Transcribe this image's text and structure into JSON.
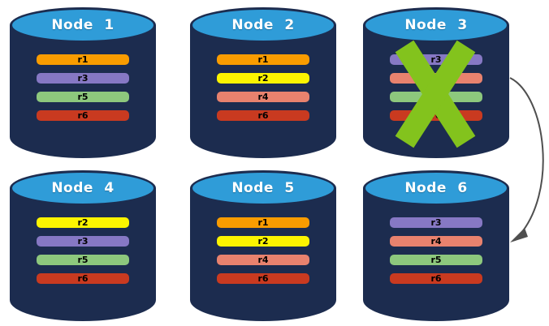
{
  "colors": {
    "navy": "#1c2c4f",
    "azure": "#2f9cd8",
    "x_green": "#83c31d",
    "arrow": "#4f4f4f",
    "background": "#ffffff"
  },
  "replica_palette": {
    "r1": "#f99c00",
    "r2": "#fcf400",
    "r3": "#8678c4",
    "r4": "#e8826e",
    "r5": "#8dc87d",
    "r6": "#c93a20"
  },
  "nodes": [
    {
      "title": "Node 1",
      "replicas": [
        {
          "label": "r1",
          "color": "#f99c00"
        },
        {
          "label": "r3",
          "color": "#8678c4"
        },
        {
          "label": "r5",
          "color": "#8dc87d"
        },
        {
          "label": "r6",
          "color": "#c93a20"
        }
      ]
    },
    {
      "title": "Node 2",
      "replicas": [
        {
          "label": "r1",
          "color": "#f99c00"
        },
        {
          "label": "r2",
          "color": "#fcf400"
        },
        {
          "label": "r4",
          "color": "#e8826e"
        },
        {
          "label": "r6",
          "color": "#c93a20"
        }
      ]
    },
    {
      "title": "Node 3",
      "replicas": [
        {
          "label": "r3",
          "color": "#8678c4"
        },
        {
          "label": "r4",
          "color": "#e8826e"
        },
        {
          "label": "r5",
          "color": "#8dc87d"
        },
        {
          "label": "r6",
          "color": "#c93a20"
        }
      ],
      "failed": true
    },
    {
      "title": "Node 4",
      "replicas": [
        {
          "label": "r2",
          "color": "#fcf400"
        },
        {
          "label": "r3",
          "color": "#8678c4"
        },
        {
          "label": "r5",
          "color": "#8dc87d"
        },
        {
          "label": "r6",
          "color": "#c93a20"
        }
      ]
    },
    {
      "title": "Node 5",
      "replicas": [
        {
          "label": "r1",
          "color": "#f99c00"
        },
        {
          "label": "r2",
          "color": "#fcf400"
        },
        {
          "label": "r4",
          "color": "#e8826e"
        },
        {
          "label": "r6",
          "color": "#c93a20"
        }
      ]
    },
    {
      "title": "Node 6",
      "replicas": [
        {
          "label": "r3",
          "color": "#8678c4"
        },
        {
          "label": "r4",
          "color": "#e8826e"
        },
        {
          "label": "r5",
          "color": "#8dc87d"
        },
        {
          "label": "r6",
          "color": "#c93a20"
        }
      ]
    }
  ],
  "annotations": {
    "failure_marker": {
      "node": "Node 3",
      "shape": "x-cross"
    },
    "arrow": {
      "from": "Node 3",
      "to": "Node 6"
    }
  }
}
